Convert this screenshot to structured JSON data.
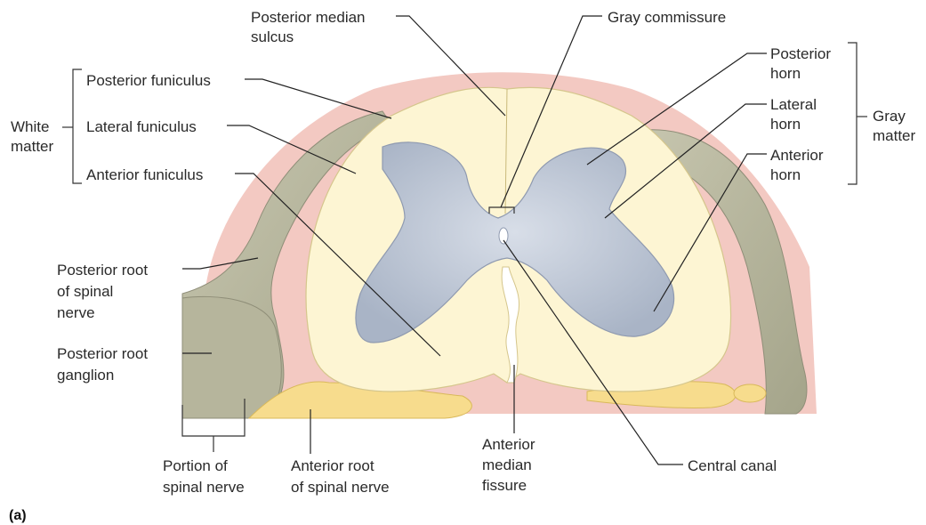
{
  "labels": {
    "posterior_median_sulcus": [
      "Posterior median",
      "sulcus"
    ],
    "gray_commissure": "Gray commissure",
    "posterior_funiculus": "Posterior funiculus",
    "lateral_funiculus": "Lateral funiculus",
    "anterior_funiculus": "Anterior funiculus",
    "white_matter": [
      "White",
      "matter"
    ],
    "posterior_horn": [
      "Posterior",
      "horn"
    ],
    "lateral_horn": [
      "Lateral",
      "horn"
    ],
    "anterior_horn": [
      "Anterior",
      "horn"
    ],
    "gray_matter": [
      "Gray",
      "matter"
    ],
    "posterior_root": [
      "Posterior root",
      "of spinal",
      "nerve"
    ],
    "posterior_root_ganglion": [
      "Posterior root",
      "ganglion"
    ],
    "portion_of_spinal_nerve": [
      "Portion of",
      "spinal nerve"
    ],
    "anterior_root": [
      "Anterior root",
      "of spinal nerve"
    ],
    "anterior_median_fissure": [
      "Anterior",
      "median",
      "fissure"
    ],
    "central_canal": "Central canal",
    "panel_label": "(a)"
  },
  "colors": {
    "white_matter_fill": "#fdf5d3",
    "gray_matter_fill": "#b9c3d3",
    "nerve_root_fill": "#b9b8a0",
    "pia_fill": "#f3c9c2",
    "anterior_root_fill": "#f7dc8d",
    "label_text": "#2a2a2a"
  }
}
